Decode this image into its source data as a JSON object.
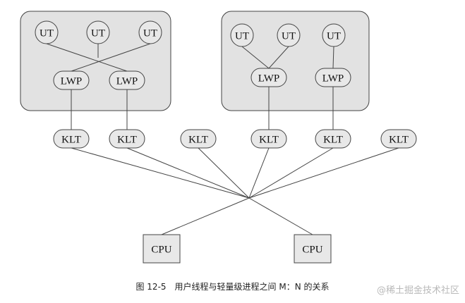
{
  "diagram": {
    "labels": {
      "ut": "UT",
      "lwp": "LWP",
      "klt": "KLT",
      "cpu": "CPU"
    },
    "colors": {
      "process_fill": "#e2e2e2",
      "node_fill": "#e8e8e8",
      "stroke": "#444444",
      "text": "#111111"
    }
  },
  "caption": "图 12-5　用户线程与轻量级进程之间 M：N 的关系",
  "watermark": "@稀土掘金技术社区"
}
